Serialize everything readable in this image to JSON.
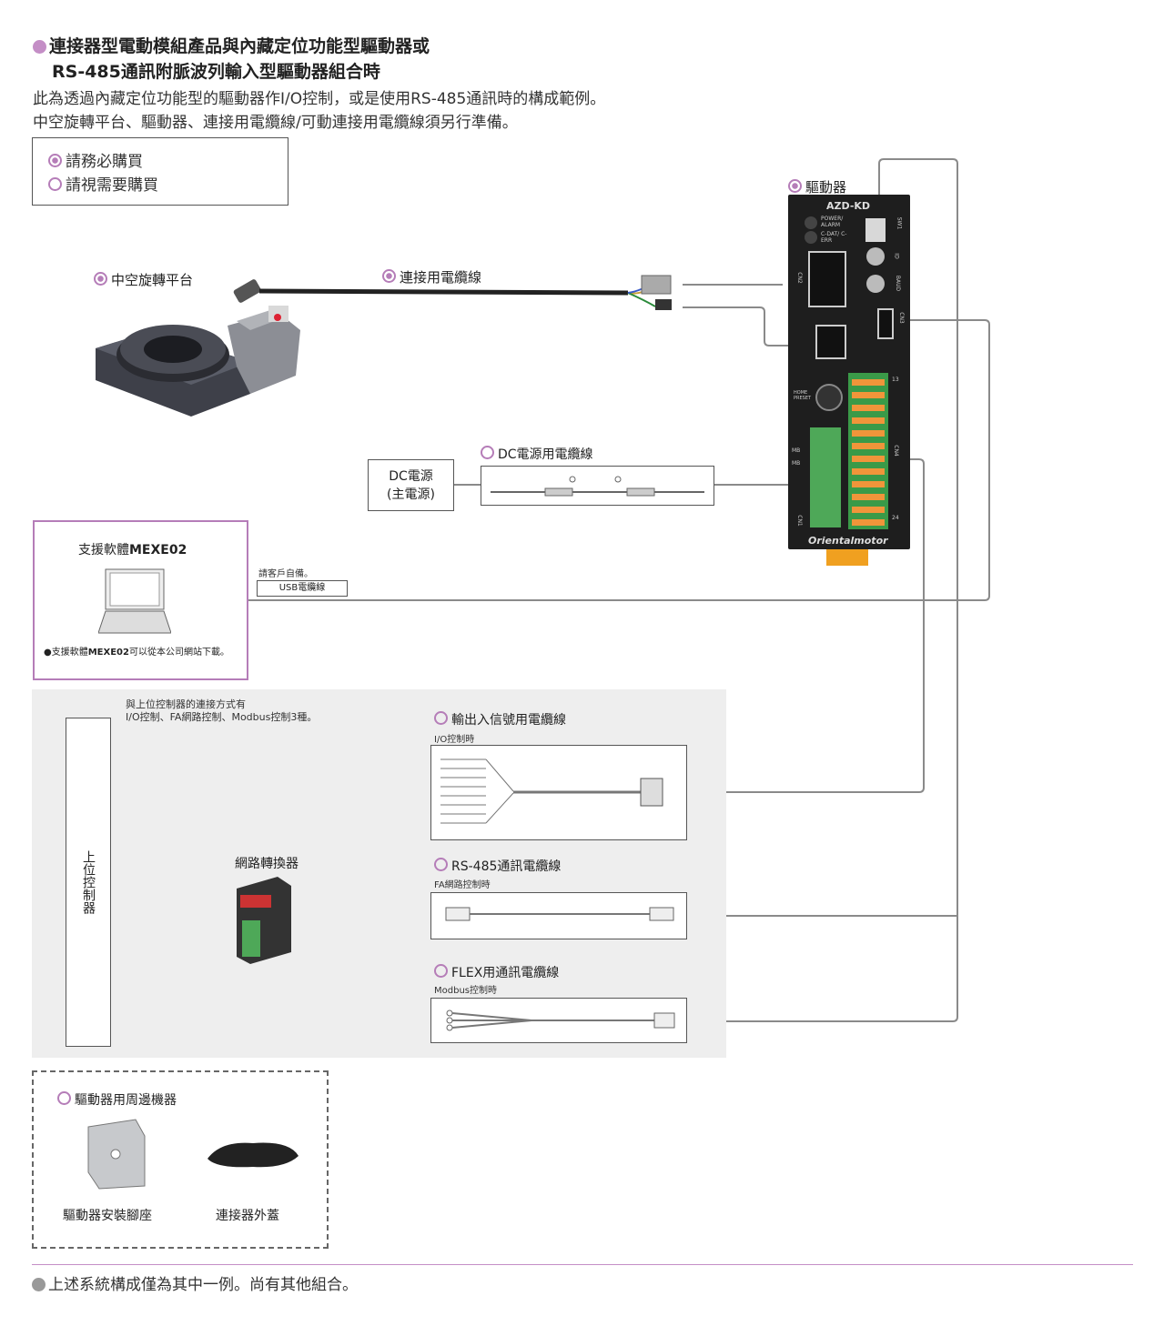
{
  "header": {
    "title_line1": "連接器型電動模組產品與內藏定位功能型驅動器或",
    "title_line2": "RS-485通訊附脈波列輸入型驅動器組合時",
    "desc_line1": "此為透過內藏定位功能型的驅動器作I/O控制，或是使用RS-485通訊時的構成範例。",
    "desc_line2": "中空旋轉平台、驅動器、連接用電纜線/可動連接用電纜線須另行準備。"
  },
  "legend": {
    "required": "請務必購買",
    "optional": "請視需要購買"
  },
  "components": {
    "table": "中空旋轉平台",
    "cable": "連接用電纜線",
    "driver": "驅動器",
    "dc_cable": "DC電源用電纜線",
    "dc_power_line1": "DC電源",
    "dc_power_line2": "(主電源)"
  },
  "driver_panel": {
    "model": "AZD-KD",
    "led1": "POWER/ ALARM",
    "led2": "C-DAT/ C-ERR",
    "sw1": "SW1",
    "id": "ID",
    "baud": "BAUD",
    "cn2": "CN2",
    "cn3": "CN3",
    "cn4": "CN4",
    "cn1": "CN1",
    "home": "HOME PRESET",
    "mb1": "MB",
    "mb2": "MB",
    "pin13": "13",
    "pin24": "24",
    "brand": "Orientalmotor"
  },
  "software": {
    "title_prefix": "支援軟體",
    "title_name": "MEXE02",
    "note_prefix": "●支援軟體",
    "note_name": "MEXE02",
    "note_suffix": "可以從本公司網站下載。"
  },
  "usb": {
    "note": "請客戶自備。",
    "label": "USB電纜線"
  },
  "controller_area": {
    "note_line1": "與上位控制器的連接方式有",
    "note_line2": "I/O控制、FA網路控制、Modbus控制3種。",
    "controller": "上位控制器",
    "converter": "網路轉換器",
    "io_cable": "輸出入信號用電纜線",
    "io_sub": "I/O控制時",
    "rs485_cable": "RS-485通訊電纜線",
    "rs485_sub": "FA網路控制時",
    "flex_cable": "FLEX用通訊電纜線",
    "flex_sub": "Modbus控制時"
  },
  "peripherals": {
    "title": "驅動器用周邊機器",
    "item1": "驅動器安裝腳座",
    "item2": "連接器外蓋"
  },
  "footer": {
    "note": "上述系統構成僅為其中一例。尚有其他組合。"
  }
}
